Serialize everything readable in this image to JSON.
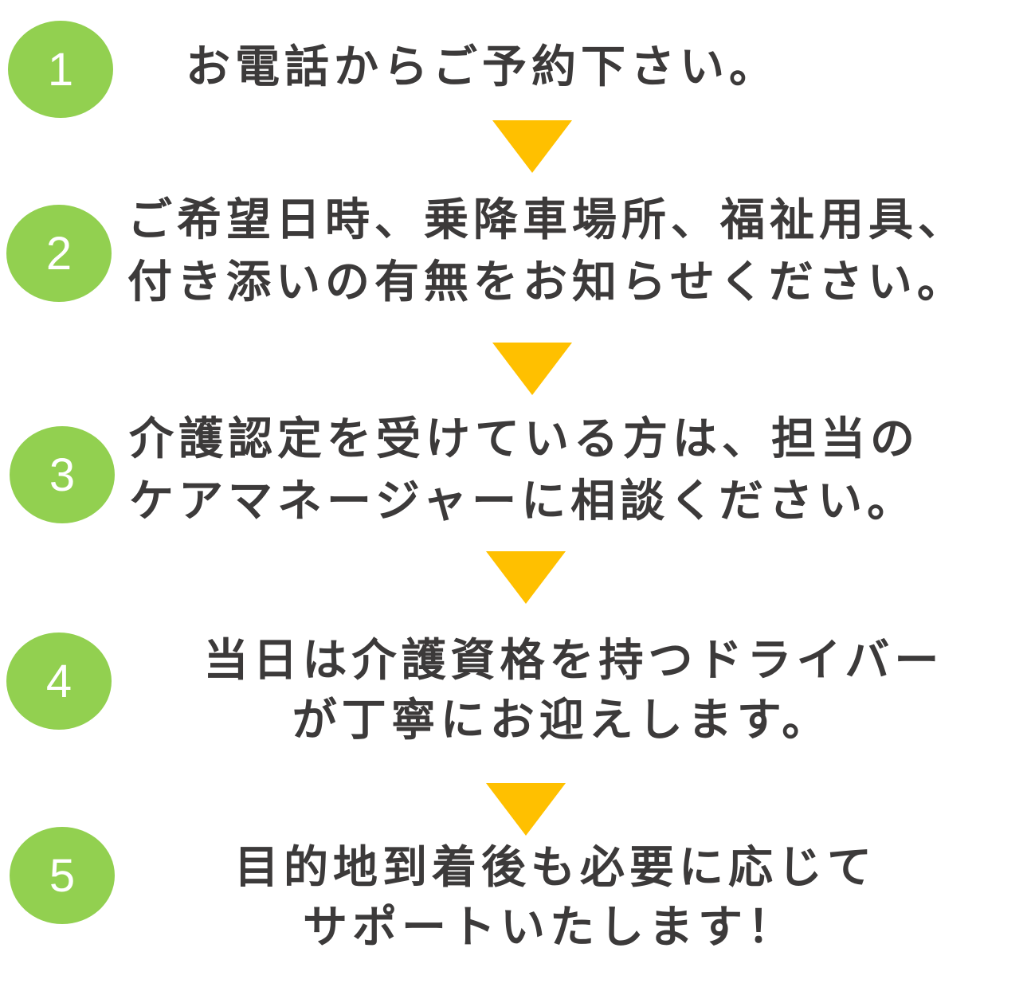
{
  "colors": {
    "circle": "#92d050",
    "arrow": "#ffc000",
    "text": "#3c3a3a"
  },
  "steps": [
    {
      "number": "1",
      "lines": [
        "お電話からご予約下さい。"
      ]
    },
    {
      "number": "2",
      "lines": [
        "ご希望日時、乗降車場所、福祉用具、",
        "付き添いの有無をお知らせください。"
      ]
    },
    {
      "number": "3",
      "lines": [
        "介護認定を受けている方は、担当の",
        "ケアマネージャーに相談ください。"
      ]
    },
    {
      "number": "4",
      "lines": [
        "当日は介護資格を持つドライバー",
        "が丁寧にお迎えします。"
      ]
    },
    {
      "number": "5",
      "lines": [
        "目的地到着後も必要に応じて",
        "サポートいたします！"
      ]
    }
  ]
}
